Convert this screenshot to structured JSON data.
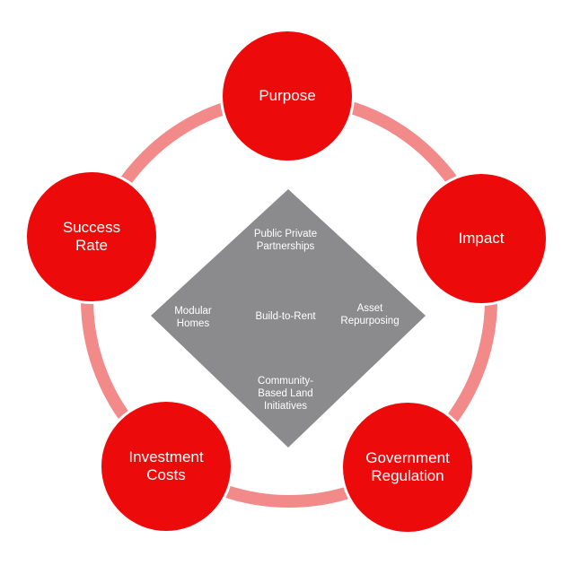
{
  "colors": {
    "node": "#ec0a0a",
    "ring": "#f28a8a",
    "diamond": "#8b8b8e",
    "text": "#ffffff"
  },
  "nodes": {
    "purpose": "Purpose",
    "impact": "Impact",
    "government_regulation": "Government\nRegulation",
    "investment_costs": "Investment\nCosts",
    "success_rate": "Success\nRate"
  },
  "center": {
    "public_private": "Public Private\nPartnerships",
    "modular_homes": "Modular\nHomes",
    "build_to_rent": "Build-to-Rent",
    "asset_repurposing": "Asset\nRepurposing",
    "community_land": "Community-\nBased Land\nInitiatives"
  }
}
